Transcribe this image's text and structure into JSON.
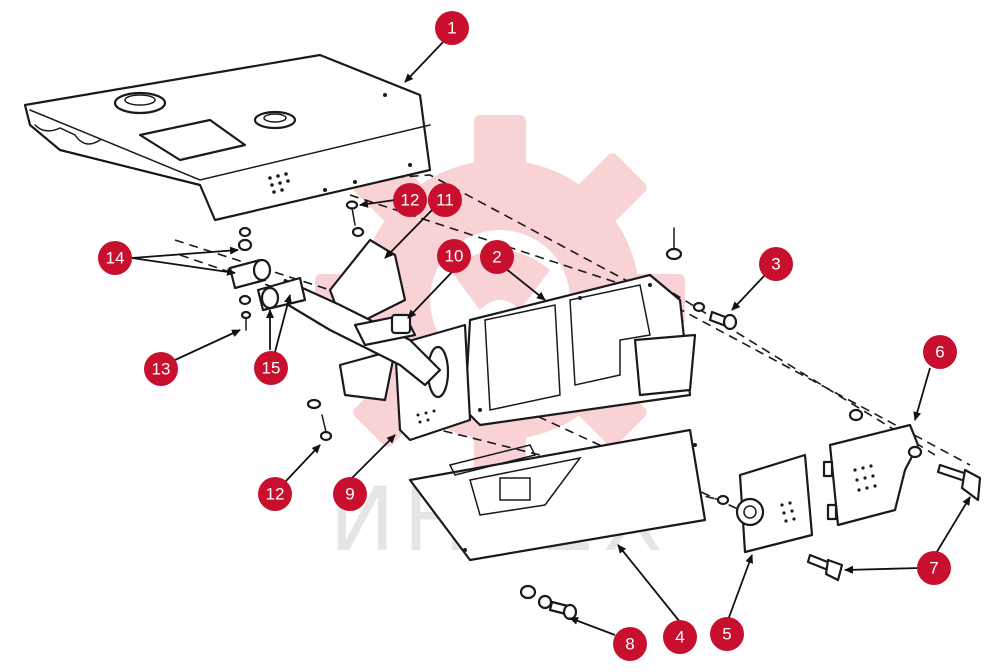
{
  "colors": {
    "callout_fill": "#c8102e",
    "watermark_red": "#e8374a",
    "line": "#1a1a1a"
  },
  "watermark": {
    "text": "ИНТЕХ",
    "icon": "gear-logo-icon"
  },
  "callouts": [
    {
      "label": "1"
    },
    {
      "label": "2"
    },
    {
      "label": "3"
    },
    {
      "label": "4"
    },
    {
      "label": "5"
    },
    {
      "label": "6"
    },
    {
      "label": "7"
    },
    {
      "label": "8"
    },
    {
      "label": "9"
    },
    {
      "label": "10"
    },
    {
      "label": "11"
    },
    {
      "label": "12"
    },
    {
      "label": "12"
    },
    {
      "label": "13"
    },
    {
      "label": "14"
    },
    {
      "label": "15"
    }
  ]
}
